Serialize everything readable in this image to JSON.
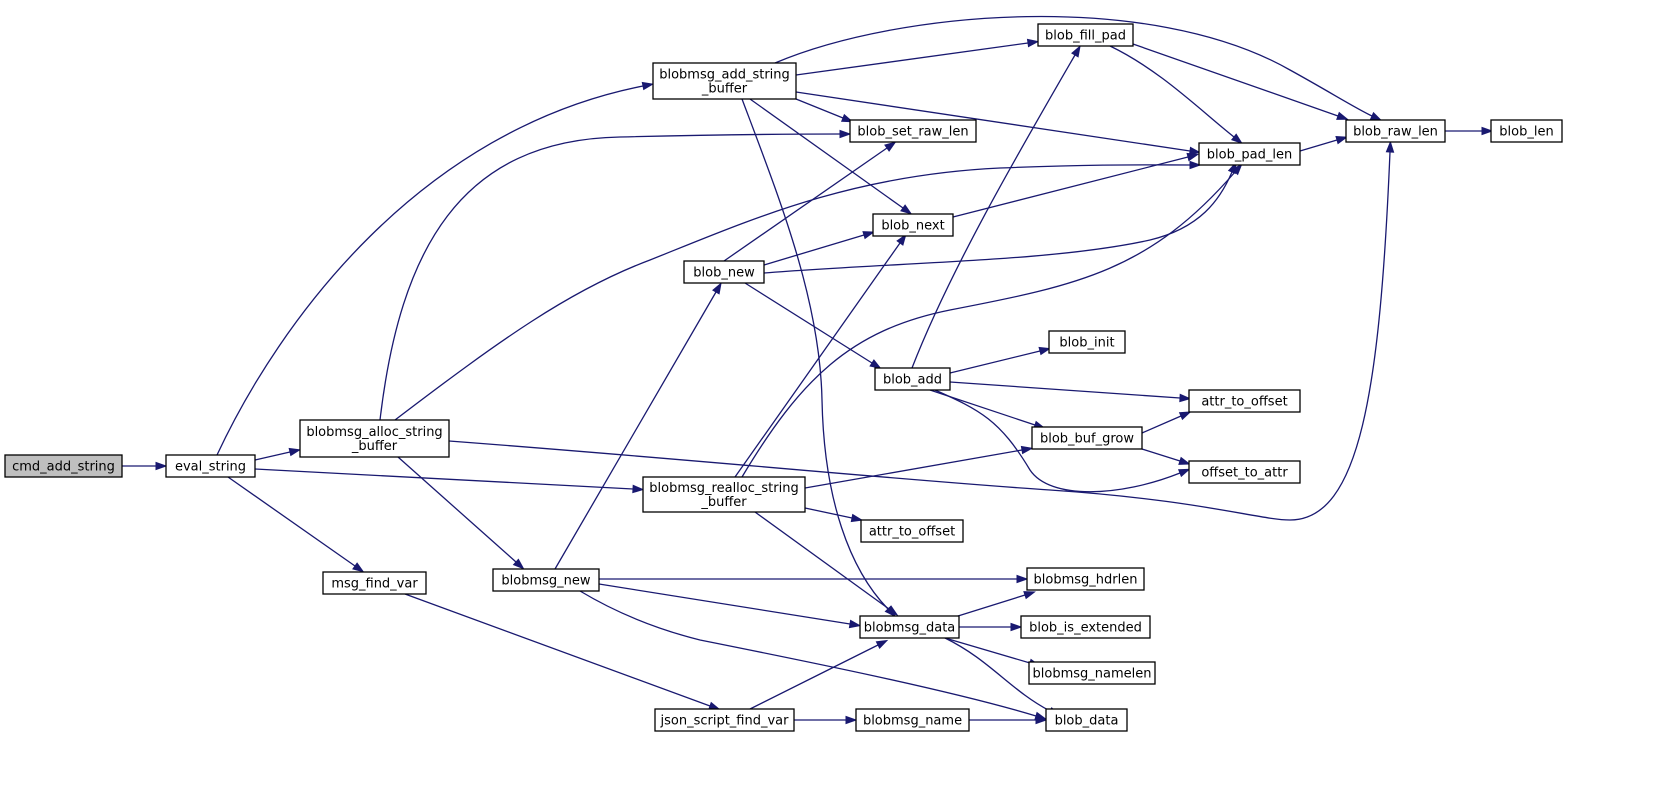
{
  "diagram": {
    "type": "call-graph",
    "colors": {
      "edge": "#191970",
      "root_fill": "#bfbfbf",
      "node_fill": "#ffffff",
      "node_stroke": "#000000"
    },
    "nodes": [
      {
        "id": "cmd_add_string",
        "lines": [
          "cmd_add_string"
        ],
        "root": true
      },
      {
        "id": "eval_string",
        "lines": [
          "eval_string"
        ]
      },
      {
        "id": "blobmsg_add_string_buffer",
        "lines": [
          "blobmsg_add_string",
          "_buffer"
        ]
      },
      {
        "id": "blobmsg_alloc_string_buffer",
        "lines": [
          "blobmsg_alloc_string",
          "_buffer"
        ]
      },
      {
        "id": "blobmsg_realloc_string_buffer",
        "lines": [
          "blobmsg_realloc_string",
          "_buffer"
        ]
      },
      {
        "id": "msg_find_var",
        "lines": [
          "msg_find_var"
        ]
      },
      {
        "id": "blob_fill_pad",
        "lines": [
          "blob_fill_pad"
        ]
      },
      {
        "id": "blob_set_raw_len",
        "lines": [
          "blob_set_raw_len"
        ]
      },
      {
        "id": "blob_pad_len",
        "lines": [
          "blob_pad_len"
        ]
      },
      {
        "id": "blob_raw_len",
        "lines": [
          "blob_raw_len"
        ]
      },
      {
        "id": "blob_len",
        "lines": [
          "blob_len"
        ]
      },
      {
        "id": "blob_next",
        "lines": [
          "blob_next"
        ]
      },
      {
        "id": "blob_new",
        "lines": [
          "blob_new"
        ]
      },
      {
        "id": "blob_add",
        "lines": [
          "blob_add"
        ]
      },
      {
        "id": "blob_init",
        "lines": [
          "blob_init"
        ]
      },
      {
        "id": "attr_to_offset_1",
        "lines": [
          "attr_to_offset"
        ]
      },
      {
        "id": "blob_buf_grow",
        "lines": [
          "blob_buf_grow"
        ]
      },
      {
        "id": "offset_to_attr",
        "lines": [
          "offset_to_attr"
        ]
      },
      {
        "id": "attr_to_offset_2",
        "lines": [
          "attr_to_offset"
        ]
      },
      {
        "id": "blobmsg_new",
        "lines": [
          "blobmsg_new"
        ]
      },
      {
        "id": "blobmsg_hdrlen",
        "lines": [
          "blobmsg_hdrlen"
        ]
      },
      {
        "id": "blobmsg_data",
        "lines": [
          "blobmsg_data"
        ]
      },
      {
        "id": "blob_is_extended",
        "lines": [
          "blob_is_extended"
        ]
      },
      {
        "id": "blobmsg_namelen",
        "lines": [
          "blobmsg_namelen"
        ]
      },
      {
        "id": "json_script_find_var",
        "lines": [
          "json_script_find_var"
        ]
      },
      {
        "id": "blobmsg_name",
        "lines": [
          "blobmsg_name"
        ]
      },
      {
        "id": "blob_data",
        "lines": [
          "blob_data"
        ]
      }
    ],
    "edges": [
      [
        "cmd_add_string",
        "eval_string"
      ],
      [
        "eval_string",
        "blobmsg_add_string_buffer"
      ],
      [
        "eval_string",
        "blobmsg_alloc_string_buffer"
      ],
      [
        "eval_string",
        "blobmsg_realloc_string_buffer"
      ],
      [
        "eval_string",
        "msg_find_var"
      ],
      [
        "blobmsg_add_string_buffer",
        "blob_fill_pad"
      ],
      [
        "blobmsg_add_string_buffer",
        "blob_raw_len"
      ],
      [
        "blobmsg_add_string_buffer",
        "blob_set_raw_len"
      ],
      [
        "blobmsg_add_string_buffer",
        "blob_pad_len"
      ],
      [
        "blobmsg_add_string_buffer",
        "blob_next"
      ],
      [
        "blobmsg_add_string_buffer",
        "blobmsg_data"
      ],
      [
        "blob_fill_pad",
        "blob_pad_len"
      ],
      [
        "blob_fill_pad",
        "blob_raw_len"
      ],
      [
        "blob_pad_len",
        "blob_raw_len"
      ],
      [
        "blob_raw_len",
        "blob_len"
      ],
      [
        "blobmsg_alloc_string_buffer",
        "blob_set_raw_len"
      ],
      [
        "blobmsg_alloc_string_buffer",
        "blob_pad_len"
      ],
      [
        "blobmsg_alloc_string_buffer",
        "blob_raw_len"
      ],
      [
        "blobmsg_alloc_string_buffer",
        "blobmsg_new"
      ],
      [
        "blob_next",
        "blob_pad_len"
      ],
      [
        "blob_new",
        "blob_set_raw_len"
      ],
      [
        "blob_new",
        "blob_next"
      ],
      [
        "blob_new",
        "blob_pad_len"
      ],
      [
        "blob_new",
        "blob_add"
      ],
      [
        "blob_add",
        "blob_fill_pad"
      ],
      [
        "blob_add",
        "blob_init"
      ],
      [
        "blob_add",
        "attr_to_offset_1"
      ],
      [
        "blob_add",
        "blob_buf_grow"
      ],
      [
        "blob_add",
        "offset_to_attr"
      ],
      [
        "blob_buf_grow",
        "attr_to_offset_1"
      ],
      [
        "blob_buf_grow",
        "offset_to_attr"
      ],
      [
        "blobmsg_realloc_string_buffer",
        "blob_next"
      ],
      [
        "blobmsg_realloc_string_buffer",
        "blob_pad_len"
      ],
      [
        "blobmsg_realloc_string_buffer",
        "blob_buf_grow"
      ],
      [
        "blobmsg_realloc_string_buffer",
        "attr_to_offset_2"
      ],
      [
        "blobmsg_realloc_string_buffer",
        "blobmsg_data"
      ],
      [
        "blobmsg_new",
        "blob_new"
      ],
      [
        "blobmsg_new",
        "blobmsg_hdrlen"
      ],
      [
        "blobmsg_new",
        "blobmsg_data"
      ],
      [
        "blobmsg_new",
        "blob_data"
      ],
      [
        "blobmsg_data",
        "blobmsg_hdrlen"
      ],
      [
        "blobmsg_data",
        "blob_is_extended"
      ],
      [
        "blobmsg_data",
        "blobmsg_namelen"
      ],
      [
        "blobmsg_data",
        "blob_data"
      ],
      [
        "msg_find_var",
        "json_script_find_var"
      ],
      [
        "json_script_find_var",
        "blobmsg_data"
      ],
      [
        "json_script_find_var",
        "blobmsg_name"
      ],
      [
        "blobmsg_name",
        "blob_data"
      ]
    ]
  }
}
